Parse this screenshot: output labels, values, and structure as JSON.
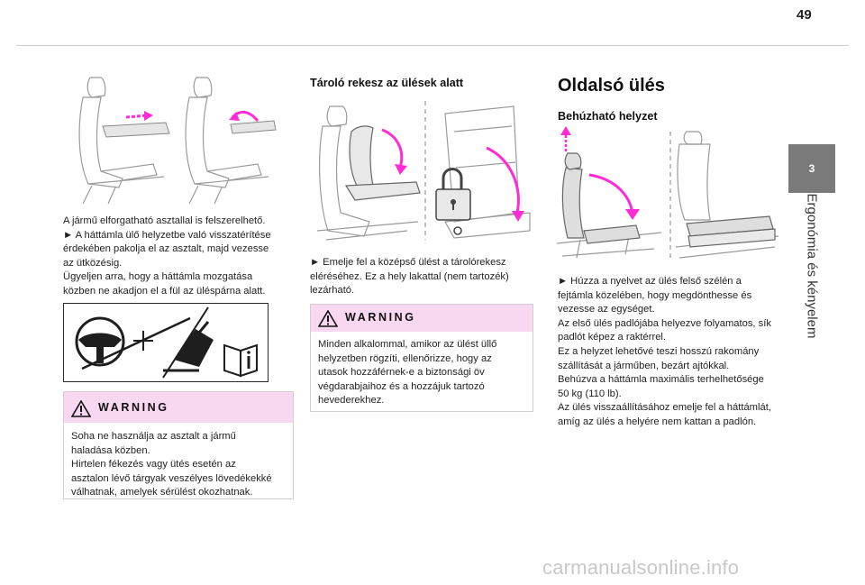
{
  "page": {
    "number": "49",
    "chapter_number": "3",
    "chapter_title": "Ergonómia és kényelem"
  },
  "col1": {
    "intro_lines": [
      "A jármű elforgatható asztallal is felszerelhető.",
      "► A háttámla ülő helyzetbe való visszatérítése",
      "érdekében pakolja el az asztalt, majd vezesse",
      "az ütközésig.",
      "Ügyeljen arra, hogy a háttámla mozgatása",
      "közben ne akadjon el a fül az üléspárna alatt."
    ],
    "warning": {
      "title": "WARNING",
      "lines": [
        "Soha ne használja az asztalt a jármű",
        "haladása közben.",
        "Hirtelen fékezés vagy ütés esetén az",
        "asztalon lévő tárgyak veszélyes lövedékekké",
        "válhatnak, amelyek sérülést okozhatnak."
      ]
    }
  },
  "col2": {
    "heading": "Tároló rekesz az ülések alatt",
    "body_lines": [
      "► Emelje fel a középső ülést a tárolórekesz",
      "eléréséhez. Ez a hely lakattal (nem tartozék)",
      "lezárható."
    ],
    "warning": {
      "title": "WARNING",
      "lines": [
        "Minden alkalommal, amikor az ülést üllő",
        "helyzetben rögzíti, ellenőrizze, hogy az",
        "utasok hozzáférnek-e a biztonsági öv",
        "végdarabjaihoz és a hozzájuk tartozó",
        "hevederekhez."
      ]
    }
  },
  "col3": {
    "title": "Oldalsó ülés",
    "subtitle": "Behúzható helyzet",
    "body_lines": [
      "► Húzza a nyelvet az ülés felső szélén a",
      "fejtámla közelében, hogy megdönthesse és",
      "vezesse az egységet.",
      "Az első ülés padlójába helyezve folyamatos, sík",
      "padlót képez a raktérrel.",
      "Ez a helyzet lehetővé teszi hosszú rakomány",
      "szállítását a járműben, bezárt ajtókkal.",
      "Behúzva a háttámla maximális terhelhetősége",
      "50 kg (110 lb).",
      "Az ülés visszaállításához emelje fel a háttámlát,",
      "amíg az ülés a helyére nem kattan a padlón."
    ]
  },
  "colors": {
    "accent": "#ff2bd6",
    "warning_band": "#f8d7f1",
    "tab": "#7a7a7a"
  },
  "watermark": "carmanualsonline.info"
}
